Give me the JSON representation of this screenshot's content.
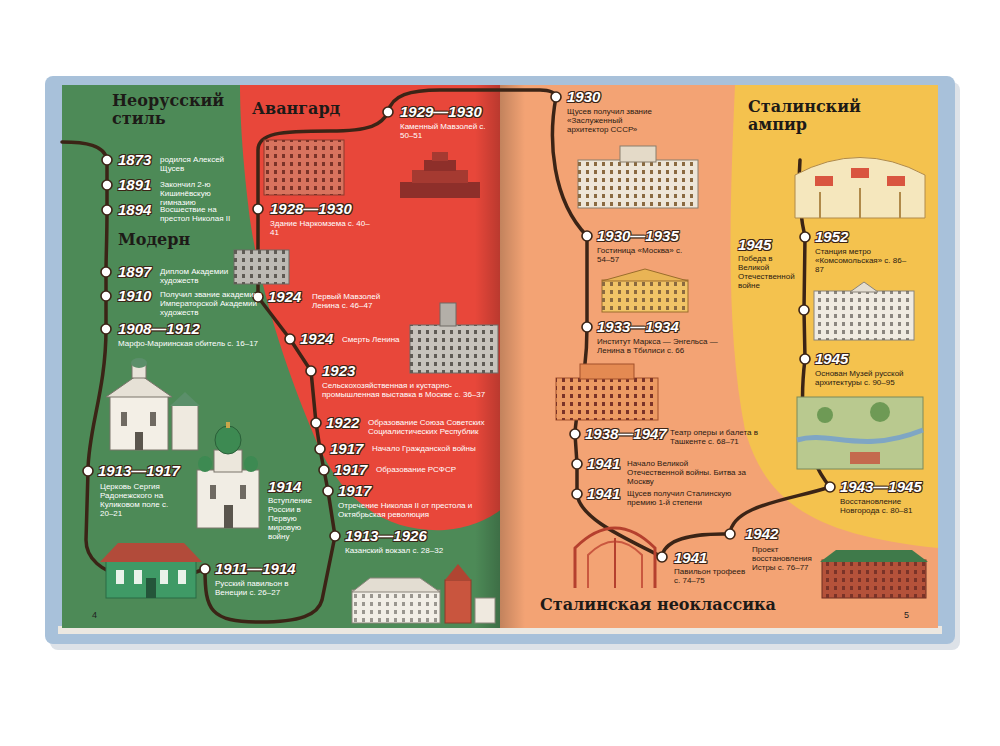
{
  "diagram": {
    "nodes": [
      {
        "text": [
          "Неорусский стиль",
          "Модерн"
        ]
      },
      {
        "text": [
          "Авангард"
        ]
      },
      {
        "text": [
          "Сталинская неоклассика"
        ]
      },
      {
        "text": [
          "Сталинский ампир"
        ]
      }
    ],
    "labels": [
      "1873",
      "родился Алексей Щусев",
      "1891",
      "Закончил 2-ю Кишинёвскую гимназию",
      "1894",
      "Восшествие на престол Николая II",
      "1897",
      "Диплом Академии художеств",
      "1910",
      "Получил звание академика Императорской Академии художеств",
      "1908—1912",
      "Марфо-Мариинская обитель с. 16–17",
      "1913—1917",
      "Церковь Сергия Радонежского на Куликовом поле с. 20–21",
      "1911—1914",
      "Русский павильон в Венеции с. 26–27",
      "1914",
      "Вступление России в Первую мировую войну",
      "1913—1926",
      "Казанский вокзал с. 28–32",
      "1917",
      "Отречение Николая II от престола и Октябрьская революция",
      "1917",
      "Образование РСФСР",
      "1917",
      "Начало Гражданской войны",
      "1922",
      "Образование Союза Советских Социалистических Республик",
      "1923",
      "Сельскохозяйственная и кустарно-промышленная выставка в Москве с. 36–37",
      "1924",
      "Смерть Ленина",
      "1924",
      "Первый Мавзолей Ленина с. 46–47",
      "1928—1930",
      "Здание Наркомзема с. 40–41",
      "1929—1930",
      "Каменный Мавзолей с. 50–51",
      "1930",
      "Щусев получил звание «Заслуженный архитектор СССР»",
      "1930—1935",
      "Гостиница «Москва» с. 54–57",
      "1933—1934",
      "Институт Маркса — Энгельса — Ленина в Тбилиси с. 66",
      "1938—1947",
      "Театр оперы и балета в Ташкенте с. 68–71",
      "1941",
      "Начало Великой Отечественной войны. Битва за Москву",
      "1941",
      "Щусев получил Сталинскую премию 1-й степени",
      "1941",
      "Павильон трофеев с. 74–75",
      "1942",
      "Проект восстановления Истры с. 76–77",
      "1943—1945",
      "Восстановление Новгорода с. 80–81",
      "1945",
      "Основан Музей русской архитектуры с. 90–95",
      "1945",
      "Победа в Великой Отечественной войне",
      "1952",
      "Станция метро «Комсомольская» с. 86–87",
      "4",
      "5"
    ]
  }
}
